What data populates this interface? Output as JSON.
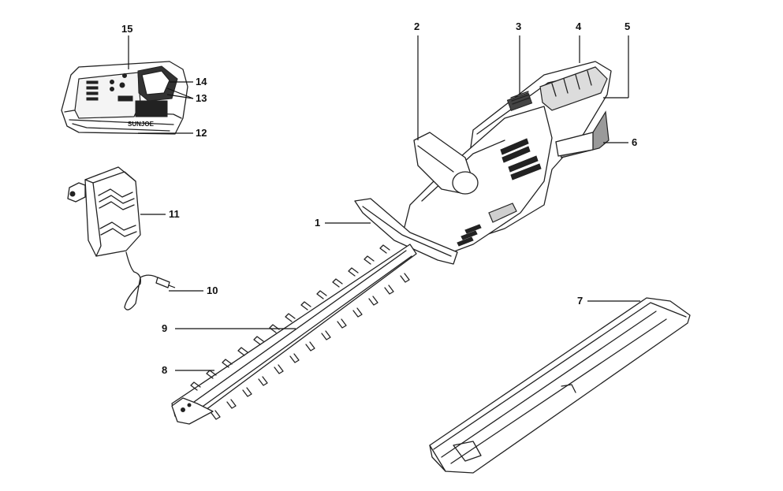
{
  "callouts": {
    "c1": "1",
    "c2": "2",
    "c3": "3",
    "c4": "4",
    "c5": "5",
    "c6": "6",
    "c7": "7",
    "c8": "8",
    "c9": "9",
    "c10": "10",
    "c11": "11",
    "c12": "12",
    "c13": "13",
    "c14": "14",
    "c15": "15"
  },
  "battery_brand": "SUNJOE"
}
